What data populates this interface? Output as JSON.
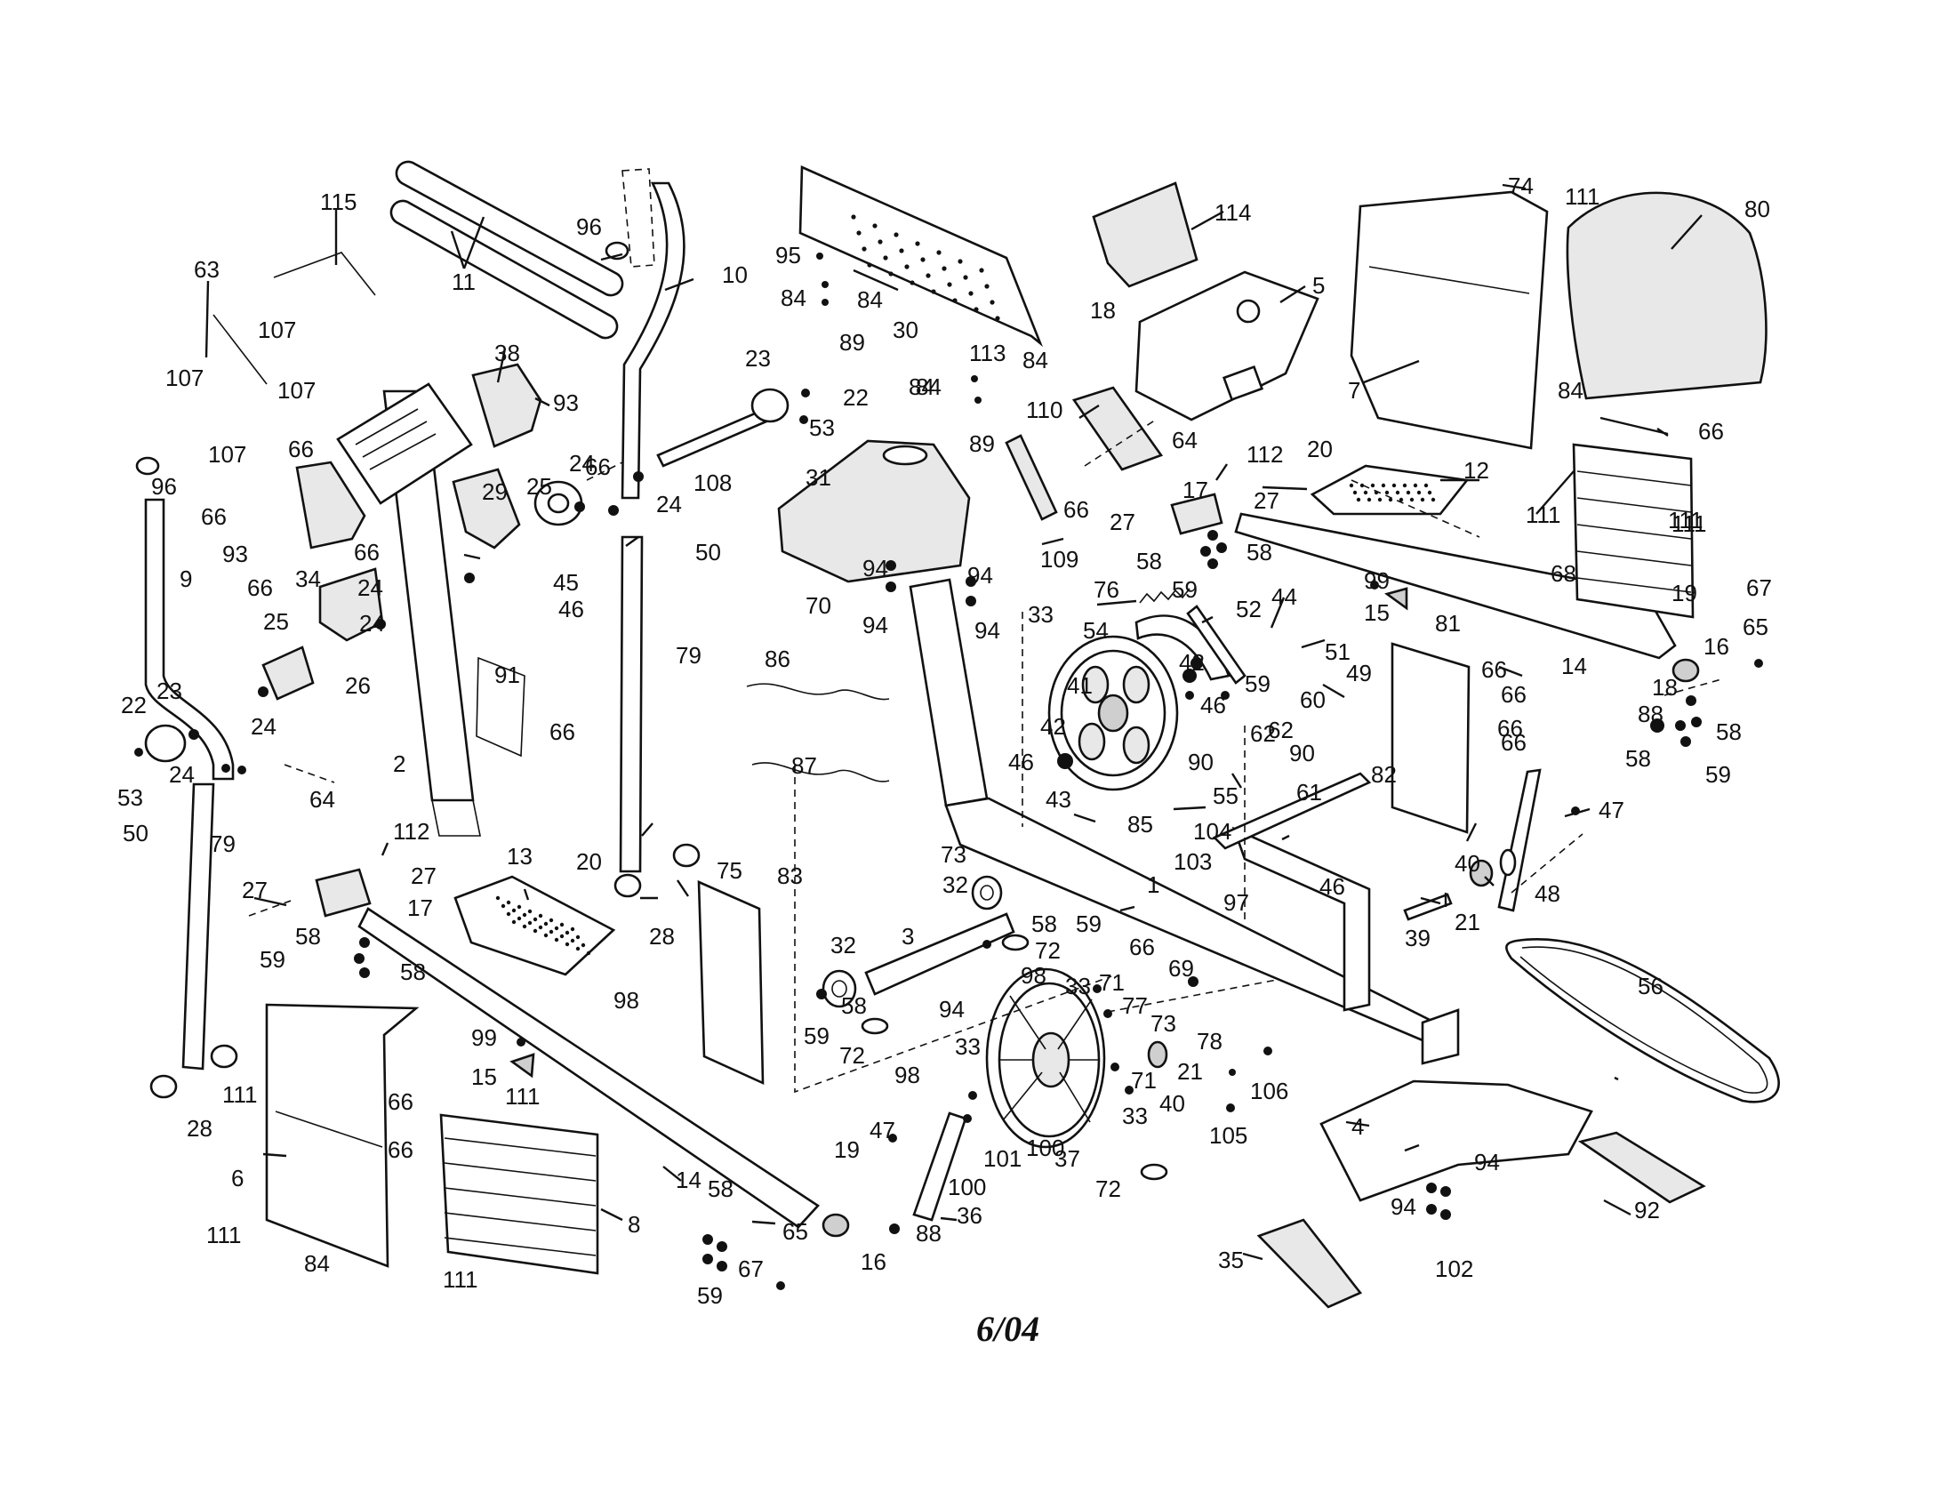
{
  "caption": "6/04",
  "callouts": [
    {
      "id": "c1",
      "text": "115"
    },
    {
      "id": "c2",
      "text": "63"
    },
    {
      "id": "c3",
      "text": "107"
    },
    {
      "id": "c4",
      "text": "107"
    },
    {
      "id": "c5",
      "text": "107"
    },
    {
      "id": "c6",
      "text": "107"
    },
    {
      "id": "c7",
      "text": "11"
    },
    {
      "id": "c8",
      "text": "96"
    },
    {
      "id": "c9",
      "text": "10"
    },
    {
      "id": "c10",
      "text": "95"
    },
    {
      "id": "c11",
      "text": "84"
    },
    {
      "id": "c12",
      "text": "84"
    },
    {
      "id": "c13",
      "text": "89"
    },
    {
      "id": "c14",
      "text": "30"
    },
    {
      "id": "c15",
      "text": "113"
    },
    {
      "id": "c16",
      "text": "84"
    },
    {
      "id": "c17",
      "text": "84"
    },
    {
      "id": "c18",
      "text": "89"
    },
    {
      "id": "c19",
      "text": "114"
    },
    {
      "id": "c20",
      "text": "18"
    },
    {
      "id": "c21",
      "text": "5"
    },
    {
      "id": "c22",
      "text": "74"
    },
    {
      "id": "c23",
      "text": "111"
    },
    {
      "id": "c24",
      "text": "80"
    },
    {
      "id": "c25",
      "text": "7"
    },
    {
      "id": "c26",
      "text": "84"
    },
    {
      "id": "c27",
      "text": "38"
    },
    {
      "id": "c28",
      "text": "93"
    },
    {
      "id": "c29",
      "text": "23"
    },
    {
      "id": "c30",
      "text": "22"
    },
    {
      "id": "c31",
      "text": "53"
    },
    {
      "id": "c32",
      "text": "108"
    },
    {
      "id": "c33",
      "text": "24"
    },
    {
      "id": "c34",
      "text": "24"
    },
    {
      "id": "c35",
      "text": "110"
    },
    {
      "id": "c36",
      "text": "64"
    },
    {
      "id": "c37",
      "text": "112"
    },
    {
      "id": "c38",
      "text": "20"
    },
    {
      "id": "c39",
      "text": "12"
    },
    {
      "id": "c40",
      "text": "96"
    },
    {
      "id": "c41",
      "text": "66"
    },
    {
      "id": "c42",
      "text": "66"
    },
    {
      "id": "c43",
      "text": "29"
    },
    {
      "id": "c44",
      "text": "25"
    },
    {
      "id": "c45",
      "text": "31"
    },
    {
      "id": "c46",
      "text": "66"
    },
    {
      "id": "c47",
      "text": "66"
    },
    {
      "id": "c48",
      "text": "17"
    },
    {
      "id": "c49",
      "text": "27"
    },
    {
      "id": "c50",
      "text": "66"
    },
    {
      "id": "c51",
      "text": "111"
    },
    {
      "id": "c52",
      "text": "111"
    },
    {
      "id": "c53",
      "text": "93"
    },
    {
      "id": "c54",
      "text": "66"
    },
    {
      "id": "c55",
      "text": "50"
    },
    {
      "id": "c56",
      "text": "27"
    },
    {
      "id": "c57",
      "text": "58"
    },
    {
      "id": "c58",
      "text": "58"
    },
    {
      "id": "c59",
      "text": "109"
    },
    {
      "id": "c60",
      "text": "68"
    },
    {
      "id": "c61",
      "text": "9"
    },
    {
      "id": "c62",
      "text": "66"
    },
    {
      "id": "c63",
      "text": "34"
    },
    {
      "id": "c64",
      "text": "45"
    },
    {
      "id": "c65",
      "text": "46"
    },
    {
      "id": "c66",
      "text": "94"
    },
    {
      "id": "c67",
      "text": "94"
    },
    {
      "id": "c68",
      "text": "59"
    },
    {
      "id": "c69",
      "text": "99"
    },
    {
      "id": "c70",
      "text": "24"
    },
    {
      "id": "c71",
      "text": "70"
    },
    {
      "id": "c72",
      "text": "33"
    },
    {
      "id": "c73",
      "text": "76"
    },
    {
      "id": "c74",
      "text": "44"
    },
    {
      "id": "c75",
      "text": "15"
    },
    {
      "id": "c76",
      "text": "19"
    },
    {
      "id": "c77",
      "text": "67"
    },
    {
      "id": "c78",
      "text": "25"
    },
    {
      "id": "c79",
      "text": "24"
    },
    {
      "id": "c80",
      "text": "79"
    },
    {
      "id": "c81",
      "text": "52"
    },
    {
      "id": "c82",
      "text": "81"
    },
    {
      "id": "c83",
      "text": "65"
    },
    {
      "id": "c84",
      "text": "86"
    },
    {
      "id": "c85",
      "text": "94"
    },
    {
      "id": "c86",
      "text": "94"
    },
    {
      "id": "c87",
      "text": "54"
    },
    {
      "id": "c88",
      "text": "16"
    },
    {
      "id": "c89",
      "text": "51"
    },
    {
      "id": "c90",
      "text": "14"
    },
    {
      "id": "c91",
      "text": "26"
    },
    {
      "id": "c92",
      "text": "42"
    },
    {
      "id": "c93",
      "text": "66"
    },
    {
      "id": "c94",
      "text": "49"
    },
    {
      "id": "c95",
      "text": "22"
    },
    {
      "id": "c96",
      "text": "23"
    },
    {
      "id": "c97",
      "text": "91"
    },
    {
      "id": "c98",
      "text": "41"
    },
    {
      "id": "c99",
      "text": "59"
    },
    {
      "id": "c100",
      "text": "60"
    },
    {
      "id": "c101",
      "text": "18"
    },
    {
      "id": "c102",
      "text": "24"
    },
    {
      "id": "c103",
      "text": "46"
    },
    {
      "id": "c104",
      "text": "62"
    },
    {
      "id": "c105",
      "text": "62"
    },
    {
      "id": "c106",
      "text": "88"
    },
    {
      "id": "c107",
      "text": "58"
    },
    {
      "id": "c108",
      "text": "53"
    },
    {
      "id": "c109",
      "text": "24"
    },
    {
      "id": "c110",
      "text": "66"
    },
    {
      "id": "c111",
      "text": "42"
    },
    {
      "id": "c112",
      "text": "90"
    },
    {
      "id": "c113",
      "text": "90"
    },
    {
      "id": "c114",
      "text": "58"
    },
    {
      "id": "c115",
      "text": "2"
    },
    {
      "id": "c116",
      "text": "87"
    },
    {
      "id": "c117",
      "text": "46"
    },
    {
      "id": "c118",
      "text": "82"
    },
    {
      "id": "c119",
      "text": "59"
    },
    {
      "id": "c120",
      "text": "50"
    },
    {
      "id": "c121",
      "text": "55"
    },
    {
      "id": "c122",
      "text": "61"
    },
    {
      "id": "c123",
      "text": "66"
    },
    {
      "id": "c124",
      "text": "43"
    },
    {
      "id": "c125",
      "text": "79"
    },
    {
      "id": "c126",
      "text": "64"
    },
    {
      "id": "c127",
      "text": "112"
    },
    {
      "id": "c128",
      "text": "85"
    },
    {
      "id": "c129",
      "text": "47"
    },
    {
      "id": "c130",
      "text": "104"
    },
    {
      "id": "c131",
      "text": "73"
    },
    {
      "id": "c132",
      "text": "13"
    },
    {
      "id": "c133",
      "text": "20"
    },
    {
      "id": "c134",
      "text": "75"
    },
    {
      "id": "c135",
      "text": "83"
    },
    {
      "id": "c136",
      "text": "103"
    },
    {
      "id": "c137",
      "text": "27"
    },
    {
      "id": "c138",
      "text": "1"
    },
    {
      "id": "c139",
      "text": "40"
    },
    {
      "id": "c140",
      "text": "32"
    },
    {
      "id": "c141",
      "text": "46"
    },
    {
      "id": "c142",
      "text": "27"
    },
    {
      "id": "c143",
      "text": "17"
    },
    {
      "id": "c144",
      "text": "97"
    },
    {
      "id": "c145",
      "text": "48"
    },
    {
      "id": "c146",
      "text": "58"
    },
    {
      "id": "c147",
      "text": "59"
    },
    {
      "id": "c148",
      "text": "21"
    },
    {
      "id": "c149",
      "text": "39"
    },
    {
      "id": "c150",
      "text": "28"
    },
    {
      "id": "c151",
      "text": "3"
    },
    {
      "id": "c152",
      "text": "58"
    },
    {
      "id": "c153",
      "text": "59"
    },
    {
      "id": "c154",
      "text": "72"
    },
    {
      "id": "c155",
      "text": "58"
    },
    {
      "id": "c156",
      "text": "32"
    },
    {
      "id": "c157",
      "text": "98"
    },
    {
      "id": "c158",
      "text": "66"
    },
    {
      "id": "c159",
      "text": "69"
    },
    {
      "id": "c160",
      "text": "56"
    },
    {
      "id": "c161",
      "text": "33"
    },
    {
      "id": "c162",
      "text": "71"
    },
    {
      "id": "c163",
      "text": "98"
    },
    {
      "id": "c164",
      "text": "77"
    },
    {
      "id": "c165",
      "text": "58"
    },
    {
      "id": "c166",
      "text": "94"
    },
    {
      "id": "c167",
      "text": "73"
    },
    {
      "id": "c168",
      "text": "99"
    },
    {
      "id": "c169",
      "text": "59"
    },
    {
      "id": "c170",
      "text": "72"
    },
    {
      "id": "c171",
      "text": "33"
    },
    {
      "id": "c172",
      "text": "78"
    },
    {
      "id": "c173",
      "text": "15"
    },
    {
      "id": "c174",
      "text": "98"
    },
    {
      "id": "c175",
      "text": "21"
    },
    {
      "id": "c176",
      "text": "71"
    },
    {
      "id": "c177",
      "text": "40"
    },
    {
      "id": "c178",
      "text": "106"
    },
    {
      "id": "c179",
      "text": "111"
    },
    {
      "id": "c180",
      "text": "111"
    },
    {
      "id": "c181",
      "text": "66"
    },
    {
      "id": "c182",
      "text": "28"
    },
    {
      "id": "c183",
      "text": "33"
    },
    {
      "id": "c184",
      "text": "47"
    },
    {
      "id": "c185",
      "text": "105"
    },
    {
      "id": "c186",
      "text": "4"
    },
    {
      "id": "c187",
      "text": "6"
    },
    {
      "id": "c188",
      "text": "66"
    },
    {
      "id": "c189",
      "text": "8"
    },
    {
      "id": "c190",
      "text": "14"
    },
    {
      "id": "c191",
      "text": "19"
    },
    {
      "id": "c192",
      "text": "101"
    },
    {
      "id": "c193",
      "text": "100"
    },
    {
      "id": "c194",
      "text": "37"
    },
    {
      "id": "c195",
      "text": "94"
    },
    {
      "id": "c196",
      "text": "94"
    },
    {
      "id": "c197",
      "text": "100"
    },
    {
      "id": "c198",
      "text": "111"
    },
    {
      "id": "c199",
      "text": "58"
    },
    {
      "id": "c200",
      "text": "36"
    },
    {
      "id": "c201",
      "text": "72"
    },
    {
      "id": "c202",
      "text": "92"
    },
    {
      "id": "c203",
      "text": "88"
    },
    {
      "id": "c204",
      "text": "84"
    },
    {
      "id": "c205",
      "text": "65"
    },
    {
      "id": "c206",
      "text": "16"
    },
    {
      "id": "c207",
      "text": "35"
    },
    {
      "id": "c208",
      "text": "111"
    },
    {
      "id": "c209",
      "text": "67"
    },
    {
      "id": "c210",
      "text": "102"
    },
    {
      "id": "c211",
      "text": "59"
    },
    {
      "id": "c212",
      "text": "84"
    },
    {
      "id": "c213",
      "text": "66"
    },
    {
      "id": "c214",
      "text": "66"
    },
    {
      "id": "c215",
      "text": "111"
    }
  ]
}
